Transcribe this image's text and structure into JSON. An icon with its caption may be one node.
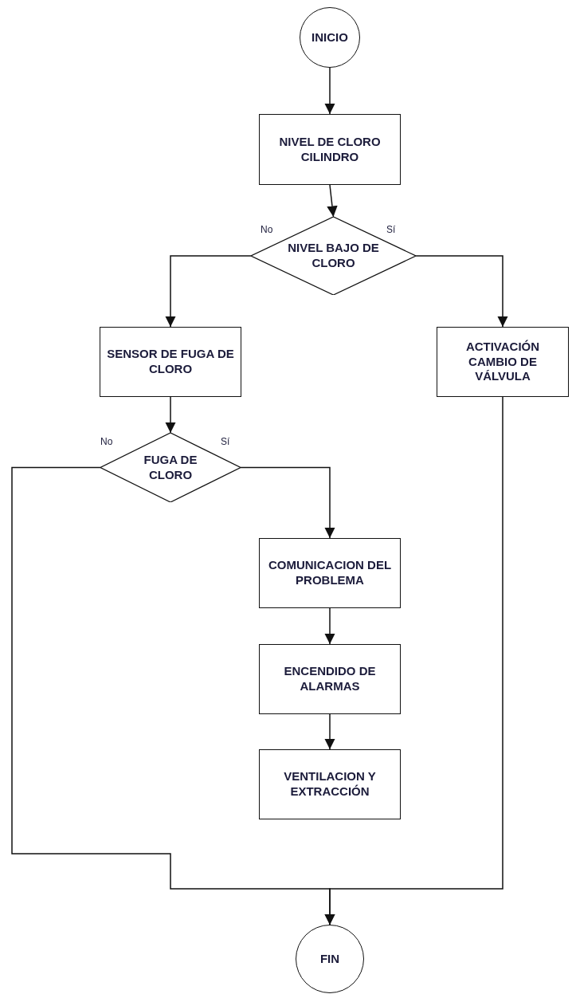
{
  "diagram": {
    "nodes": [
      {
        "text": [
          "INICIO"
        ]
      },
      {
        "text": [
          "NIVEL DE CLORO CILINDRO"
        ]
      },
      {
        "text": [
          "NIVEL BAJO DE CLORO"
        ]
      },
      {
        "text": [
          "SENSOR DE FUGA DE CLORO"
        ]
      },
      {
        "text": [
          "ACTIVACIÓN CAMBIO DE VÁLVULA"
        ]
      },
      {
        "text": [
          "FUGA DE CLORO"
        ]
      },
      {
        "text": [
          "COMUNICACION DEL PROBLEMA"
        ]
      },
      {
        "text": [
          "ENCENDIDO DE ALARMAS"
        ]
      },
      {
        "text": [
          "VENTILACION Y EXTRACCIÓN"
        ]
      },
      {
        "text": [
          "FIN"
        ]
      }
    ],
    "edges": [
      {
        "from": 0,
        "to": 1,
        "arrow": "to"
      },
      {
        "from": 1,
        "to": 2,
        "arrow": "to"
      },
      {
        "from": 2,
        "to": 3,
        "arrow": "to",
        "label": "No"
      },
      {
        "from": 2,
        "to": 4,
        "arrow": "to",
        "label": "Sí"
      },
      {
        "from": 3,
        "to": 5,
        "arrow": "to"
      },
      {
        "from": 5,
        "to": 9,
        "arrow": "to",
        "label": "No"
      },
      {
        "from": 5,
        "to": 6,
        "arrow": "to",
        "label": "Sí"
      },
      {
        "from": 6,
        "to": 7,
        "arrow": "to"
      },
      {
        "from": 7,
        "to": 8,
        "arrow": "to"
      },
      {
        "from": 4,
        "to": 9,
        "arrow": "to"
      }
    ]
  }
}
